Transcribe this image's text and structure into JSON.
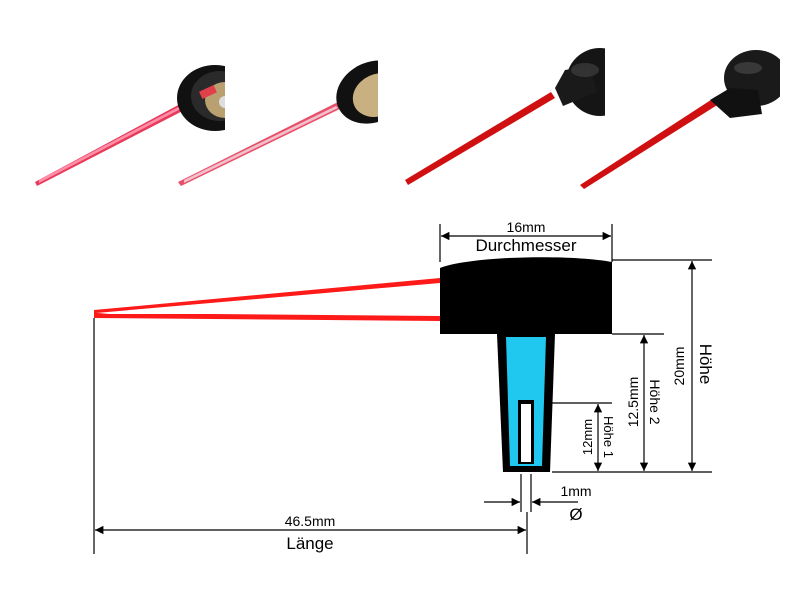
{
  "photos": [
    {
      "view": "back, open"
    },
    {
      "view": "back, open, angled"
    },
    {
      "view": "front"
    },
    {
      "view": "front, angled"
    }
  ],
  "labels": {
    "diameter_value": "16mm",
    "diameter_name": "Durchmesser",
    "height_value": "20mm",
    "height_name": "Höhe",
    "height2_value": "12.5mm",
    "height2_name": "Höhe 2",
    "height1_value": "12mm",
    "height1_name": "Höhe 1",
    "bore_value": "1mm",
    "bore_symbol": "Ø",
    "length_value": "46.5mm",
    "length_name": "Länge"
  },
  "colors": {
    "needle": "#ff1a1a",
    "cap": "#000000",
    "sleeve": "#20c8ef",
    "dimension_line": "#000000"
  }
}
